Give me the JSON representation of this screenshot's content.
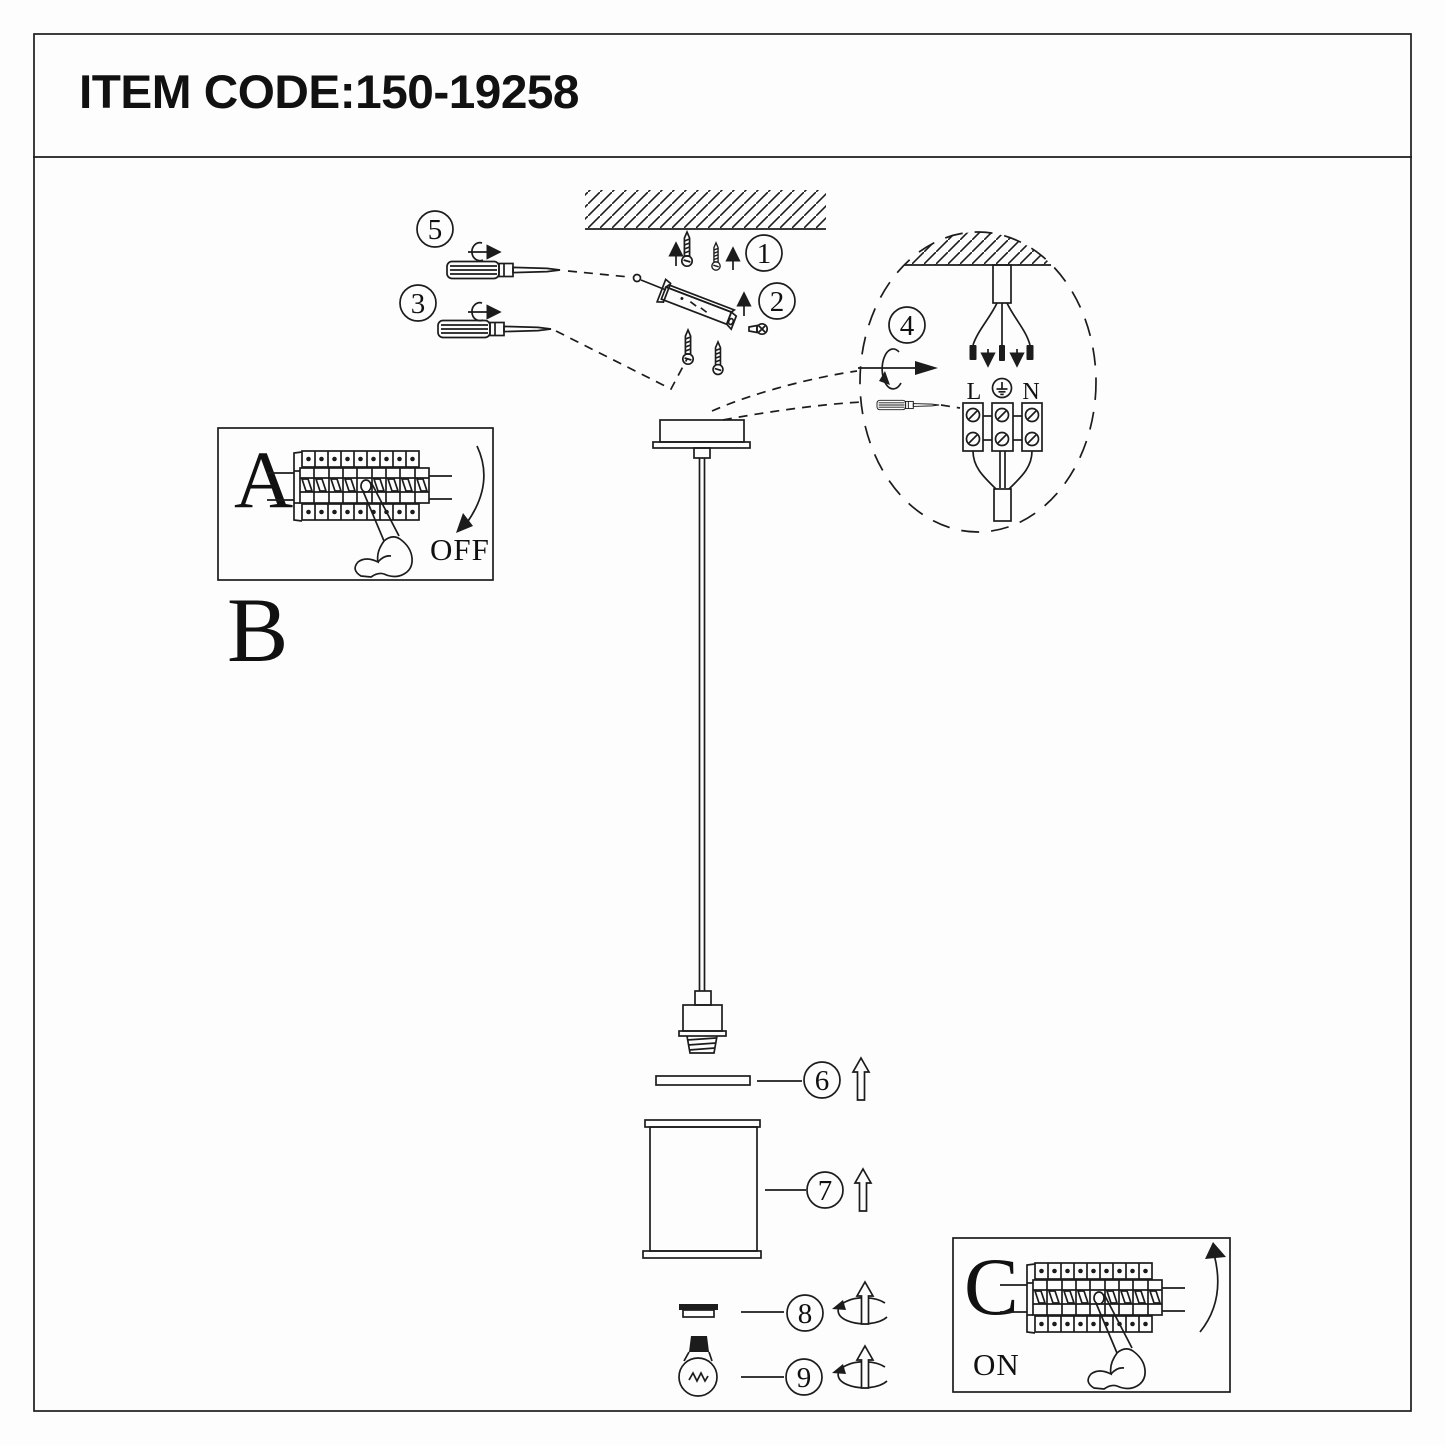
{
  "title": "ITEM CODE:150-19258",
  "steps": {
    "s1": "1",
    "s2": "2",
    "s3": "3",
    "s4": "4",
    "s5": "5",
    "s6": "6",
    "s7": "7",
    "s8": "8",
    "s9": "9"
  },
  "boxes": {
    "a": {
      "letter": "A",
      "state": "OFF"
    },
    "b": {
      "letter": "B"
    },
    "c": {
      "letter": "C",
      "state": "ON"
    }
  },
  "terminal": {
    "live": "L",
    "neutral": "N"
  },
  "colors": {
    "ink": "#1c1c1c",
    "paper": "#fdfdfd"
  }
}
